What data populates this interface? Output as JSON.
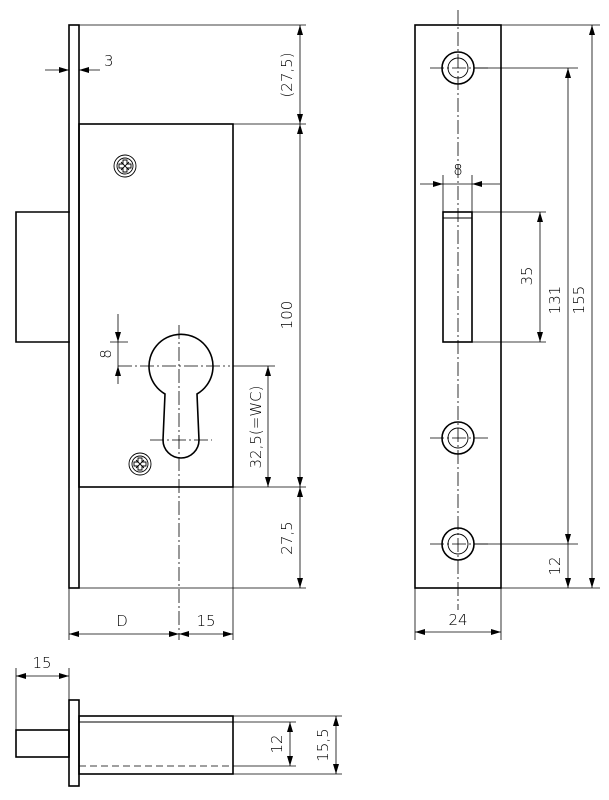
{
  "dimensions": {
    "faceplate_thickness": "3",
    "top_offset": "(27,5)",
    "case_height": "100",
    "wc": "32,5(=WC)",
    "bottom_offset": "27,5",
    "cylinder_width": "8",
    "backset": "D",
    "case_depth": "15",
    "strike_slot_width": "8",
    "slot_height": "35",
    "hole_spacing_131": "131",
    "strike_height": "155",
    "bottom_hole_offset": "12",
    "strike_width": "24",
    "bolt_projection": "15",
    "body_inner": "12",
    "body_outer": "15,5"
  }
}
